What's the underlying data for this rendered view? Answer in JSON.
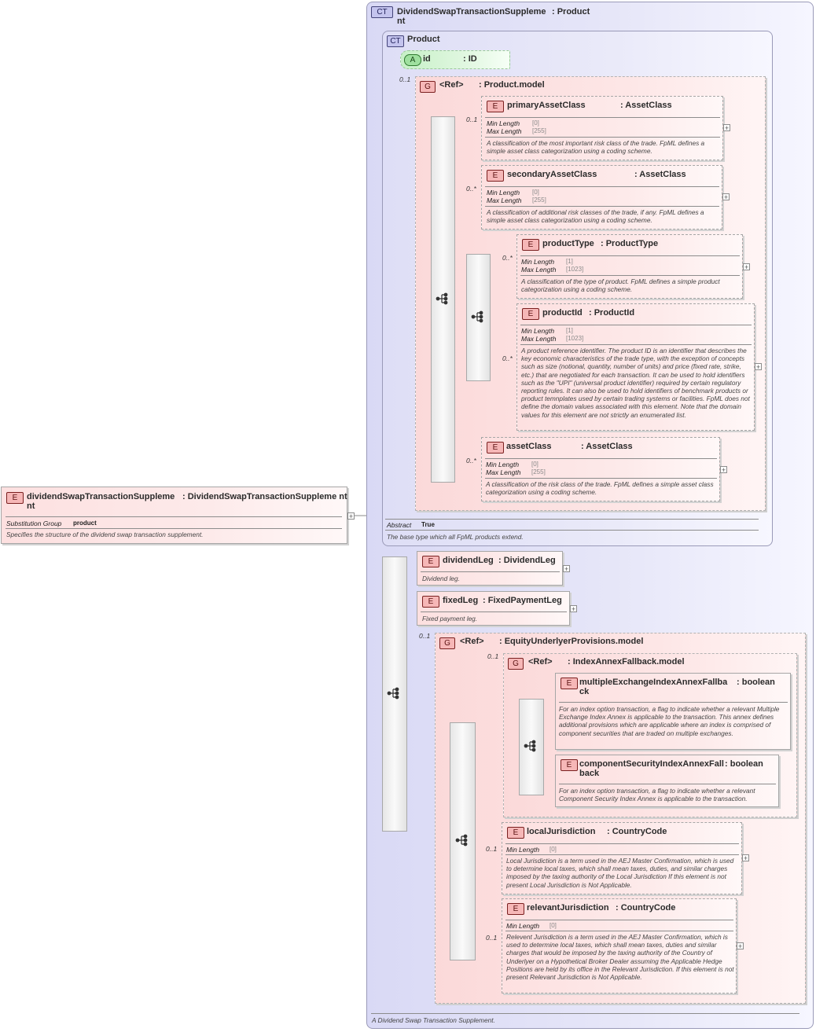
{
  "diagram": {
    "root_element": {
      "badge": "E",
      "name": "dividendSwapTransactionSuppleme nt",
      "type": ": DividendSwapTransactionSuppleme nt",
      "facet_label": "Substitution Group",
      "facet_value": "product",
      "description": "Specifies the structure of the dividend swap transaction supplement."
    },
    "outer_type": {
      "badge": "CT",
      "name": "DividendSwapTransactionSuppleme nt",
      "base": ": Product",
      "description": "A Dividend Swap Transaction Supplement."
    },
    "product_type": {
      "badge": "CT",
      "name": "Product",
      "abstract_label": "Abstract",
      "abstract_value": "True",
      "description": "The base type which all FpML products extend."
    },
    "attribute": {
      "badge": "A",
      "name": "id",
      "type": ": ID"
    },
    "product_model_group": {
      "badge": "G",
      "ref": "<Ref>",
      "name": ": Product.model",
      "occurrence": "0..1"
    },
    "product_model_elements": {
      "primaryAssetClass": {
        "badge": "E",
        "name": "primaryAssetClass",
        "type": ": AssetClass",
        "occurrence": "0..1",
        "min_label": "Min Length",
        "min_value": "[0]",
        "max_label": "Max Length",
        "max_value": "[255]",
        "description": "A classification of the most important risk class of the trade. FpML defines a simple asset class categorization using a coding scheme."
      },
      "secondaryAssetClass": {
        "badge": "E",
        "name": "secondaryAssetClass",
        "type": ": AssetClass",
        "occurrence": "0..*",
        "min_label": "Min Length",
        "min_value": "[0]",
        "max_label": "Max Length",
        "max_value": "[255]",
        "description": "A classification of additional risk classes of the trade, if any. FpML defines a simple asset class categorization using a coding scheme."
      },
      "choice_occurrence": "0..*",
      "productType": {
        "badge": "E",
        "name": "productType",
        "type": ": ProductType",
        "min_label": "Min Length",
        "min_value": "[1]",
        "max_label": "Max Length",
        "max_value": "[1023]",
        "description": "A classification of the type of product. FpML defines a simple product categorization using a coding scheme."
      },
      "productId": {
        "badge": "E",
        "name": "productId",
        "type": ": ProductId",
        "occurrence": "0..*",
        "min_label": "Min Length",
        "min_value": "[1]",
        "max_label": "Max Length",
        "max_value": "[1023]",
        "description": "A product reference identifier. The product ID is an identifier that describes the key economic characteristics of the trade type, with the exception of concepts such as size (notional, quantity, number of units) and price (fixed rate, strike, etc.) that are negotiated for each transaction. It can be used to hold identifiers such as the \"UPI\" (universal product identifier) required by certain regulatory reporting rules. It can also be used to hold identifiers of benchmark products or product temnplates used by certain trading systems or facilities. FpML does not define the domain values associated with this element. Note that the domain values for this element are not strictly an enumerated list."
      },
      "assetClass": {
        "badge": "E",
        "name": "assetClass",
        "type": ": AssetClass",
        "occurrence": "0..*",
        "min_label": "Min Length",
        "min_value": "[0]",
        "max_label": "Max Length",
        "max_value": "[255]",
        "description": "A classification of the risk class of the trade. FpML defines a simple asset class categorization using a coding scheme."
      }
    },
    "legs": {
      "dividendLeg": {
        "badge": "E",
        "name": "dividendLeg",
        "type": ": DividendLeg",
        "description": "Dividend leg."
      },
      "fixedLeg": {
        "badge": "E",
        "name": "fixedLeg",
        "type": ": FixedPaymentLeg",
        "description": "Fixed payment leg."
      }
    },
    "equity_group": {
      "badge": "G",
      "ref": "<Ref>",
      "name": ": EquityUnderlyerProvisions.model",
      "occurrence": "0..1"
    },
    "index_group": {
      "badge": "G",
      "ref": "<Ref>",
      "name": ": IndexAnnexFallback.model",
      "occurrence": "0..1"
    },
    "index_elements": {
      "multipleExchange": {
        "badge": "E",
        "name": "multipleExchangeIndexAnnexFallba ck",
        "type": ": boolean",
        "description": "For an index option transaction, a flag to indicate whether a relevant Multiple Exchange Index Annex is applicable to the transaction. This annex defines additional provisions which are applicable where an index is comprised of component securities that are traded on multiple exchanges."
      },
      "componentSecurity": {
        "badge": "E",
        "name": "componentSecurityIndexAnnexFall back",
        "type": ": boolean",
        "description": "For an index option transaction, a flag to indicate whether a relevant Component Security Index Annex is applicable to the transaction."
      }
    },
    "jurisdictions": {
      "local": {
        "badge": "E",
        "name": "localJurisdiction",
        "type": ": CountryCode",
        "occurrence": "0..1",
        "min_label": "Min Length",
        "min_value": "[0]",
        "description": "Local Jurisdiction is a term used in the AEJ Master Confirmation, which is used to determine local taxes, which shall mean taxes, duties, and similar charges imposed by the taxing authority of the Local Jurisdiction If this element is not present Local Jurisdiction is Not Applicable."
      },
      "relevant": {
        "badge": "E",
        "name": "relevantJurisdiction",
        "type": ": CountryCode",
        "occurrence": "0..1",
        "min_label": "Min Length",
        "min_value": "[0]",
        "description": "Relevent Jurisdiction is a term used in the AEJ Master Confirmation, which is used to determine local taxes, which shall mean taxes, duties and similar charges that would be imposed by the taxing authority of the Country of Underlyer on a Hypothetical Broker Dealer assuming the Applicable Hedge Positions are held by its office in the Relevant Jurisdiction. If this element is not present Relevant Jurisdiction is Not Applicable."
      }
    },
    "expand_symbol": "+",
    "colors": {
      "element_fill": "#fde0e0",
      "type_fill": "#dedef6",
      "attribute_fill": "#c7f0c7"
    }
  }
}
